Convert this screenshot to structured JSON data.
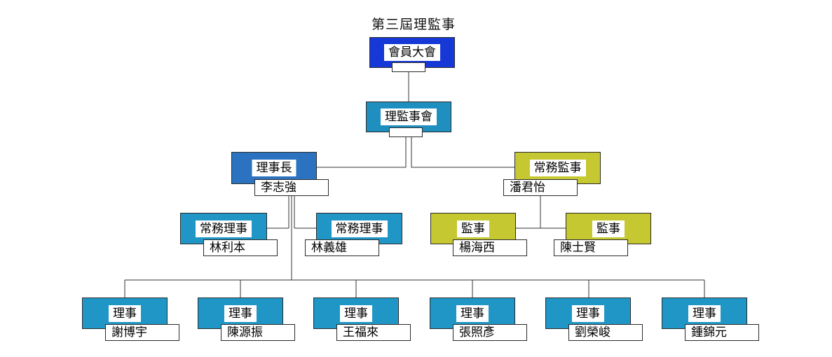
{
  "title": "第三屆理監事",
  "colors": {
    "assembly": "#1538d6",
    "board": "#1f8fbf",
    "chairman": "#2b73c0",
    "director": "#2096c6",
    "supervisor": "#c5c831",
    "line": "#333333"
  },
  "nodes": {
    "assembly": {
      "label": "會員大會"
    },
    "board": {
      "label": "理監事會"
    },
    "chairman": {
      "label": "理事長",
      "name": "李志強"
    },
    "standing_supervisor": {
      "label": "常務監事",
      "name": "潘君怡"
    },
    "standing_director_1": {
      "label": "常務理事",
      "name": "林利本"
    },
    "standing_director_2": {
      "label": "常務理事",
      "name": "林義雄"
    },
    "supervisor_1": {
      "label": "監事",
      "name": "楊海西"
    },
    "supervisor_2": {
      "label": "監事",
      "name": "陳士賢"
    },
    "directors": [
      {
        "label": "理事",
        "name": "謝博宇"
      },
      {
        "label": "理事",
        "name": "陳源振"
      },
      {
        "label": "理事",
        "name": "王福來"
      },
      {
        "label": "理事",
        "name": "張照彥"
      },
      {
        "label": "理事",
        "name": "劉榮峻"
      },
      {
        "label": "理事",
        "name": "鍾錦元"
      }
    ]
  }
}
